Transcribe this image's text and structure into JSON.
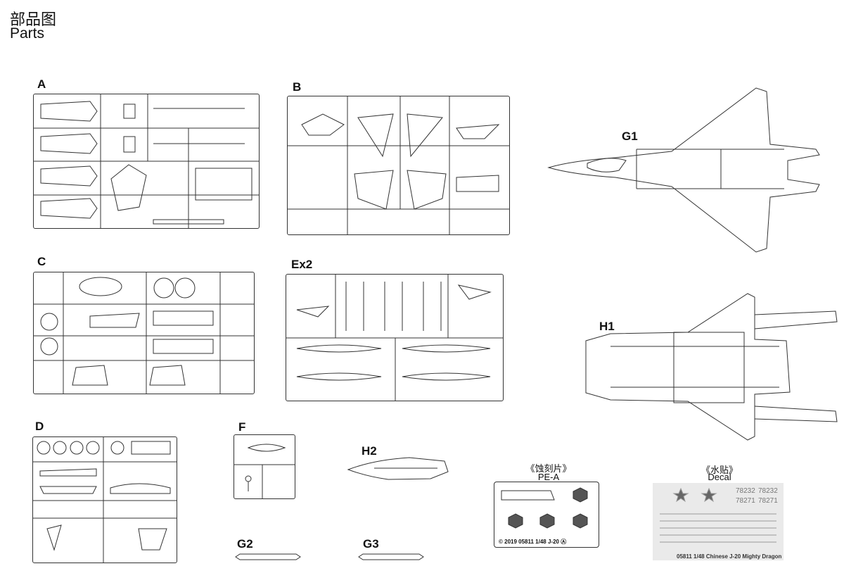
{
  "header": {
    "title_cn": "部品图",
    "title_en": "Parts"
  },
  "sprues": {
    "A": "A",
    "B": "B",
    "C": "C",
    "Ex2": "Ex2",
    "D": "D",
    "F": "F",
    "G1": "G1",
    "H1": "H1",
    "H2": "H2",
    "G2": "G2",
    "G3": "G3"
  },
  "pe": {
    "title_cn": "《蚀刻片》",
    "title_en": "PE-A",
    "footer": "© 2019   05811  1/48  J-20   Ⓐ"
  },
  "decal": {
    "title_cn": "《水贴》",
    "title_en": "Decal",
    "footer": "05811  1/48  Chinese J-20 Mighty Dragon",
    "codes": [
      "78232",
      "78232",
      "78271",
      "78271"
    ]
  }
}
